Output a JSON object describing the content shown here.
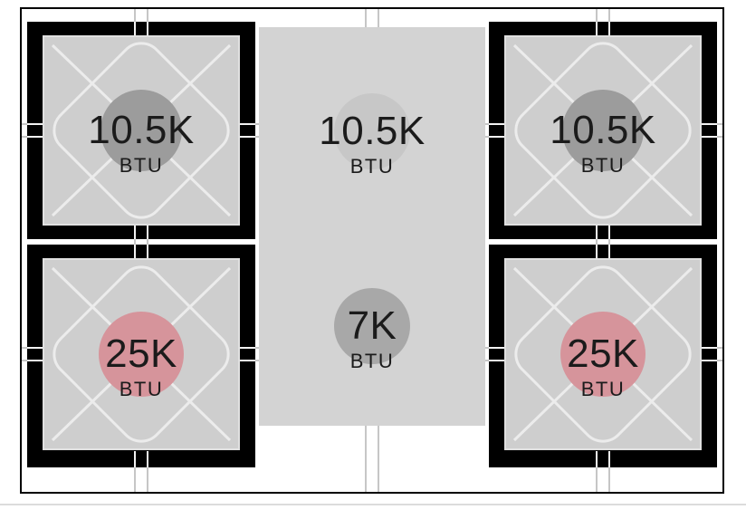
{
  "burners": [
    {
      "id": "top-left",
      "power": "10.5K",
      "unit": "BTU"
    },
    {
      "id": "center-griddle-top",
      "power": "10.5K",
      "unit": "BTU"
    },
    {
      "id": "top-right",
      "power": "10.5K",
      "unit": "BTU"
    },
    {
      "id": "bottom-left",
      "power": "25K",
      "unit": "BTU"
    },
    {
      "id": "center-griddle-bottom",
      "power": "7K",
      "unit": "BTU"
    },
    {
      "id": "bottom-right",
      "power": "25K",
      "unit": "BTU"
    }
  ],
  "colors": {
    "circle_gray": "#9c9c9c",
    "circle_pink": "#d6949b",
    "circle_light_gray": "#c7c7c7",
    "circle_mid_gray": "#a8a8a8",
    "griddle_surface": "#d3d3d3",
    "burner_panel": "#cecece",
    "grate_lines": "#ececec",
    "module_black": "#000000"
  }
}
